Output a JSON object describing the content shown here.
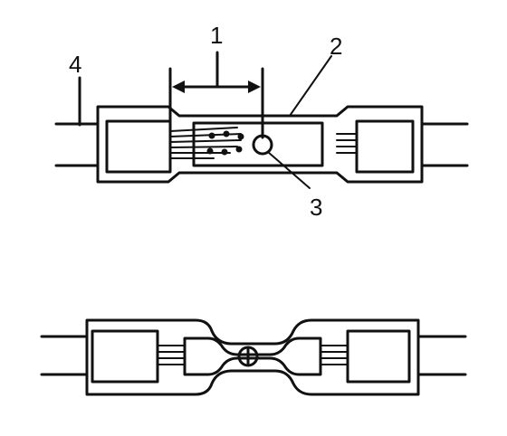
{
  "callouts": {
    "c1": "1",
    "c2": "2",
    "c3": "3",
    "c4": "4"
  },
  "colors": {
    "ink": "#111111",
    "background": "#ffffff"
  }
}
